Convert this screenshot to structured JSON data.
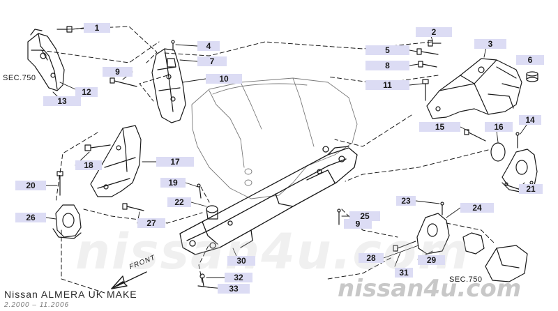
{
  "callouts": [
    {
      "id": "1",
      "label": "1"
    },
    {
      "id": "2",
      "label": "2"
    },
    {
      "id": "3",
      "label": "3"
    },
    {
      "id": "4",
      "label": "4"
    },
    {
      "id": "5",
      "label": "5"
    },
    {
      "id": "6",
      "label": "6"
    },
    {
      "id": "7",
      "label": "7"
    },
    {
      "id": "8",
      "label": "8"
    },
    {
      "id": "9a",
      "label": "9"
    },
    {
      "id": "9b",
      "label": "9"
    },
    {
      "id": "10",
      "label": "10"
    },
    {
      "id": "11",
      "label": "11"
    },
    {
      "id": "12",
      "label": "12"
    },
    {
      "id": "13",
      "label": "13"
    },
    {
      "id": "14",
      "label": "14"
    },
    {
      "id": "15",
      "label": "15"
    },
    {
      "id": "16",
      "label": "16"
    },
    {
      "id": "17",
      "label": "17"
    },
    {
      "id": "18",
      "label": "18"
    },
    {
      "id": "19",
      "label": "19"
    },
    {
      "id": "20",
      "label": "20"
    },
    {
      "id": "21",
      "label": "21"
    },
    {
      "id": "22",
      "label": "22"
    },
    {
      "id": "23",
      "label": "23"
    },
    {
      "id": "24",
      "label": "24"
    },
    {
      "id": "25",
      "label": "25"
    },
    {
      "id": "26",
      "label": "26"
    },
    {
      "id": "27",
      "label": "27"
    },
    {
      "id": "28",
      "label": "28"
    },
    {
      "id": "29",
      "label": "29"
    },
    {
      "id": "30",
      "label": "30"
    },
    {
      "id": "31",
      "label": "31"
    },
    {
      "id": "32",
      "label": "32"
    },
    {
      "id": "33",
      "label": "33"
    }
  ],
  "sec_left": "SEC.750",
  "sec_right": "SEC.750",
  "front_label": "FRONT",
  "watermark_center": "nissan4u.com",
  "watermark_brand": "nissan4u.com",
  "caption": "Nissan ALMERA UK MAKE",
  "date_range": "2.2000 – 11.2006",
  "colors": {
    "line": "#1a1a1a",
    "callout_bg": "#dcdcf4",
    "watermark": "#c8c8c8",
    "background": "#ffffff"
  }
}
